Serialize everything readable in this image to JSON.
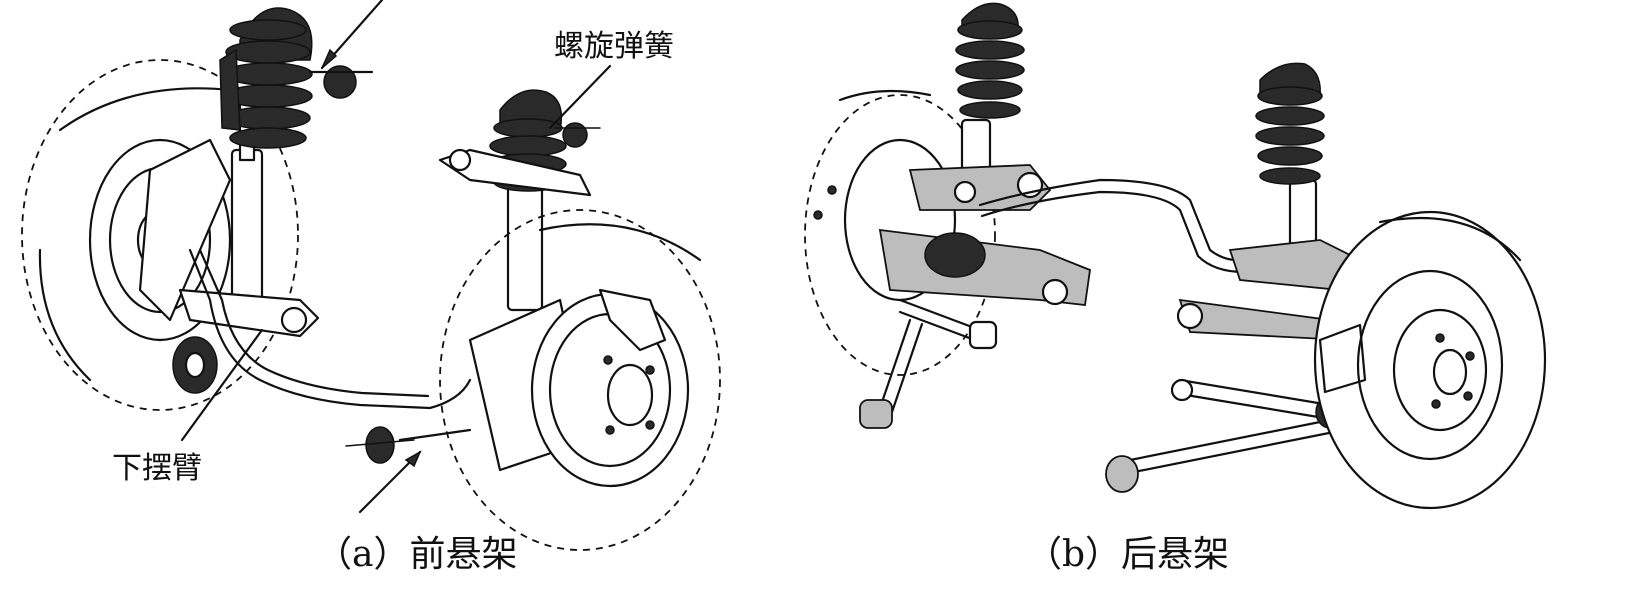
{
  "labels": {
    "coil_spring": "螺旋弹簧",
    "lower_arm": "下摆臂"
  },
  "captions": {
    "front": "（a）前悬架",
    "rear": "（b）后悬架"
  }
}
